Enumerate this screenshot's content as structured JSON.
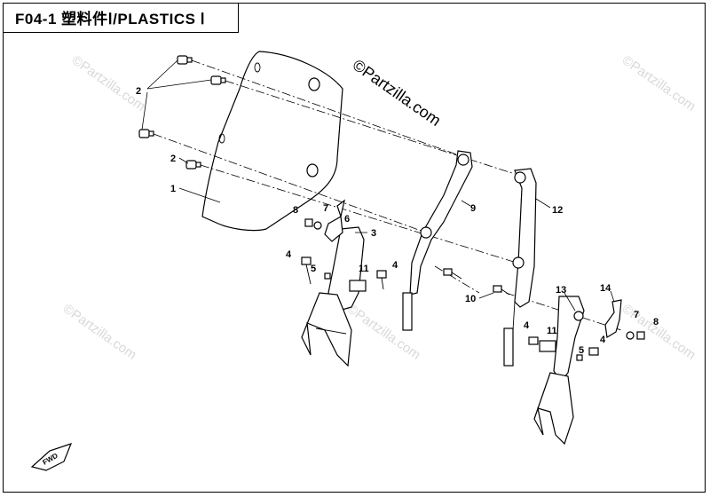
{
  "header": {
    "title": "F04-1 塑料件Ⅰ/PLASTICS Ⅰ"
  },
  "watermark": {
    "main": "©Partzilla.com",
    "faint": "©Partzilla.com"
  },
  "fwd_badge": {
    "label": "FWD"
  },
  "callouts": [
    {
      "label": "1"
    },
    {
      "label": "2"
    },
    {
      "label": "2"
    },
    {
      "label": "3"
    },
    {
      "label": "4"
    },
    {
      "label": "4"
    },
    {
      "label": "4"
    },
    {
      "label": "4"
    },
    {
      "label": "5"
    },
    {
      "label": "5"
    },
    {
      "label": "6"
    },
    {
      "label": "7"
    },
    {
      "label": "7"
    },
    {
      "label": "8"
    },
    {
      "label": "8"
    },
    {
      "label": "9"
    },
    {
      "label": "10"
    },
    {
      "label": "11"
    },
    {
      "label": "11"
    },
    {
      "label": "12"
    },
    {
      "label": "13"
    },
    {
      "label": "14"
    }
  ]
}
